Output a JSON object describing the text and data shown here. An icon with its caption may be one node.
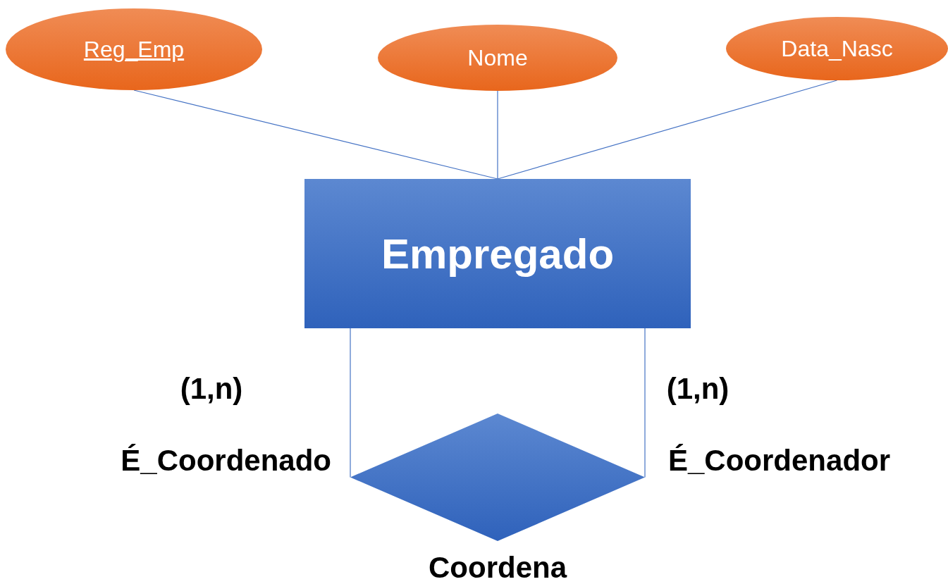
{
  "diagram": {
    "nodes": [
      {
        "text": [
          "Reg_Emp"
        ]
      },
      {
        "text": [
          "Nome"
        ]
      },
      {
        "text": [
          "Data_Nasc"
        ]
      },
      {
        "text": [
          "Empregado"
        ]
      },
      {
        "text": [
          "Coordena"
        ]
      }
    ],
    "edges": [
      {
        "from": 0,
        "to": 3,
        "arrow": "none"
      },
      {
        "from": 1,
        "to": 3,
        "arrow": "none"
      },
      {
        "from": 2,
        "to": 3,
        "arrow": "none"
      },
      {
        "from": 3,
        "to": 4,
        "arrow": "none"
      },
      {
        "from": 3,
        "to": 4,
        "arrow": "none"
      }
    ],
    "labels": [
      "(1,n)",
      "(1,n)",
      "É_Coordenado",
      "É_Coordenador"
    ]
  }
}
